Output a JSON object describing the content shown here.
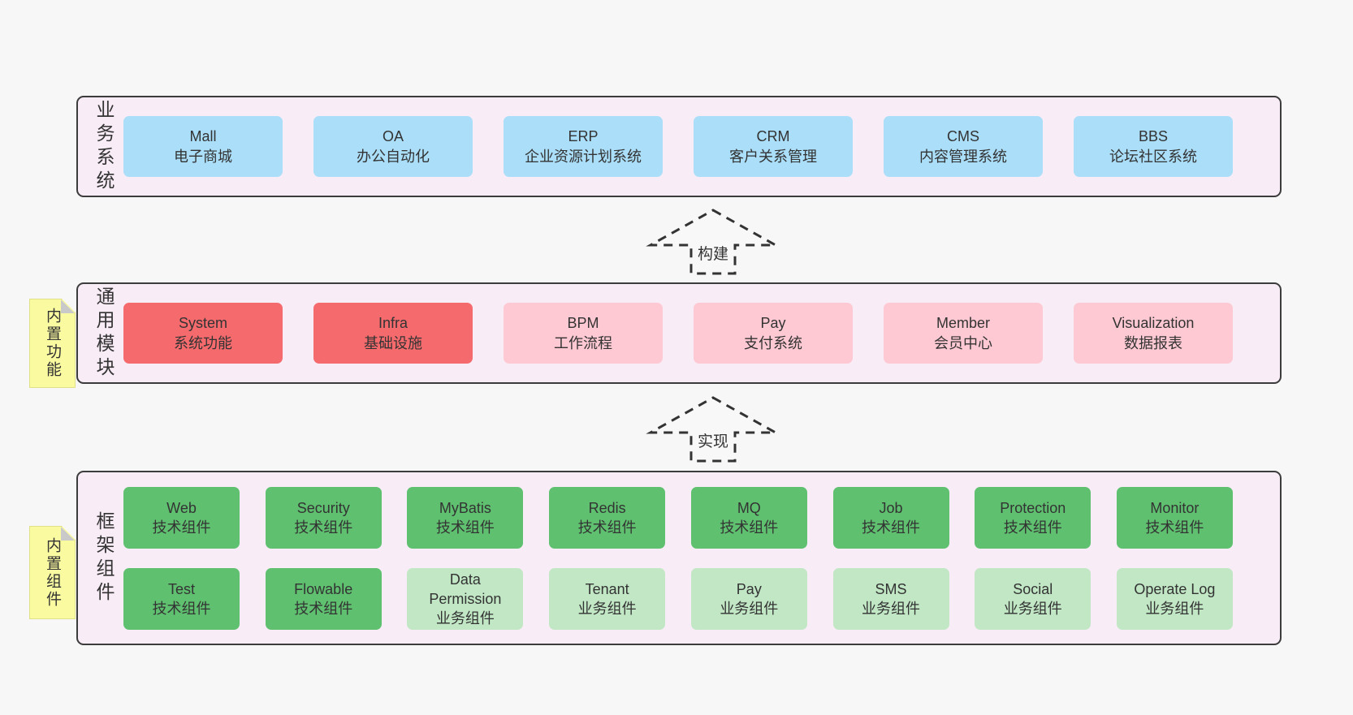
{
  "colors": {
    "page_bg": "#f7f7f7",
    "band_bg": "#f8ecf6",
    "band_border": "#3c3c3c",
    "blue_box": "#aadef9",
    "red_box": "#f56a6d",
    "pink_box": "#fec9d3",
    "green_dark_box": "#5fc170",
    "green_light_box": "#c1e7c5",
    "note_bg": "#fafaa0",
    "note_fold": "#c9c9c9",
    "text": "#333333"
  },
  "arrows": [
    {
      "label": "构建"
    },
    {
      "label": "实现"
    }
  ],
  "bands": [
    {
      "label": "业务系统",
      "boxes": [
        {
          "name": "Mall",
          "desc": "电子商城",
          "type": "blue"
        },
        {
          "name": "OA",
          "desc": "办公自动化",
          "type": "blue"
        },
        {
          "name": "ERP",
          "desc": "企业资源计划系统",
          "type": "blue"
        },
        {
          "name": "CRM",
          "desc": "客户关系管理",
          "type": "blue"
        },
        {
          "name": "CMS",
          "desc": "内容管理系统",
          "type": "blue"
        },
        {
          "name": "BBS",
          "desc": "论坛社区系统",
          "type": "blue"
        }
      ]
    },
    {
      "label": "通用模块",
      "note": "内置功能",
      "boxes": [
        {
          "name": "System",
          "desc": "系统功能",
          "type": "red"
        },
        {
          "name": "Infra",
          "desc": "基础设施",
          "type": "red"
        },
        {
          "name": "BPM",
          "desc": "工作流程",
          "type": "pink"
        },
        {
          "name": "Pay",
          "desc": "支付系统",
          "type": "pink"
        },
        {
          "name": "Member",
          "desc": "会员中心",
          "type": "pink"
        },
        {
          "name": "Visualization",
          "desc": "数据报表",
          "type": "pink"
        }
      ]
    },
    {
      "label": "框架组件",
      "note": "内置组件",
      "rows": [
        [
          {
            "name": "Web",
            "desc": "技术组件",
            "type": "green-dark"
          },
          {
            "name": "Security",
            "desc": "技术组件",
            "type": "green-dark"
          },
          {
            "name": "MyBatis",
            "desc": "技术组件",
            "type": "green-dark"
          },
          {
            "name": "Redis",
            "desc": "技术组件",
            "type": "green-dark"
          },
          {
            "name": "MQ",
            "desc": "技术组件",
            "type": "green-dark"
          },
          {
            "name": "Job",
            "desc": "技术组件",
            "type": "green-dark"
          },
          {
            "name": "Protection",
            "desc": "技术组件",
            "type": "green-dark"
          },
          {
            "name": "Monitor",
            "desc": "技术组件",
            "type": "green-dark"
          }
        ],
        [
          {
            "name": "Test",
            "desc": "技术组件",
            "type": "green-dark"
          },
          {
            "name": "Flowable",
            "desc": "技术组件",
            "type": "green-dark"
          },
          {
            "name": "Data Permission",
            "desc": "业务组件",
            "type": "green-light"
          },
          {
            "name": "Tenant",
            "desc": "业务组件",
            "type": "green-light"
          },
          {
            "name": "Pay",
            "desc": "业务组件",
            "type": "green-light"
          },
          {
            "name": "SMS",
            "desc": "业务组件",
            "type": "green-light"
          },
          {
            "name": "Social",
            "desc": "业务组件",
            "type": "green-light"
          },
          {
            "name": "Operate Log",
            "desc": "业务组件",
            "type": "green-light"
          }
        ]
      ]
    }
  ]
}
